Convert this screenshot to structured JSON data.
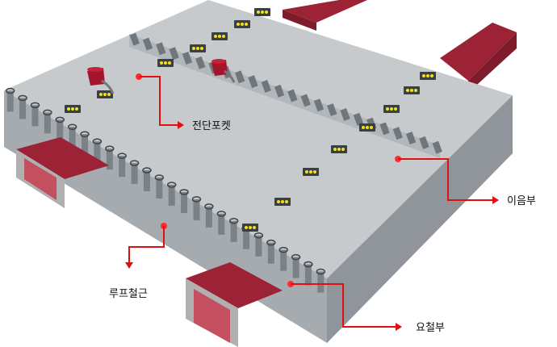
{
  "labels": {
    "shear_pocket": "전단포켓",
    "joint": "이음부",
    "loop_rebar": "루프철근",
    "recess": "요철부"
  },
  "colors": {
    "slab_top": "#bfc3c7",
    "slab_side": "#a6abb0",
    "slab_edge": "#8f959a",
    "notch": "#6f767c",
    "girder_red": "#9b2335",
    "girder_top": "#c9485a",
    "girder_face": "#b0b0b0",
    "pocket_light": "#f2e21a",
    "callout_red": "#e01010",
    "callout_dot": "#ff2a2a"
  },
  "icons": {
    "bucket": "pour-bucket-icon",
    "pocket": "shear-pocket-icon"
  }
}
